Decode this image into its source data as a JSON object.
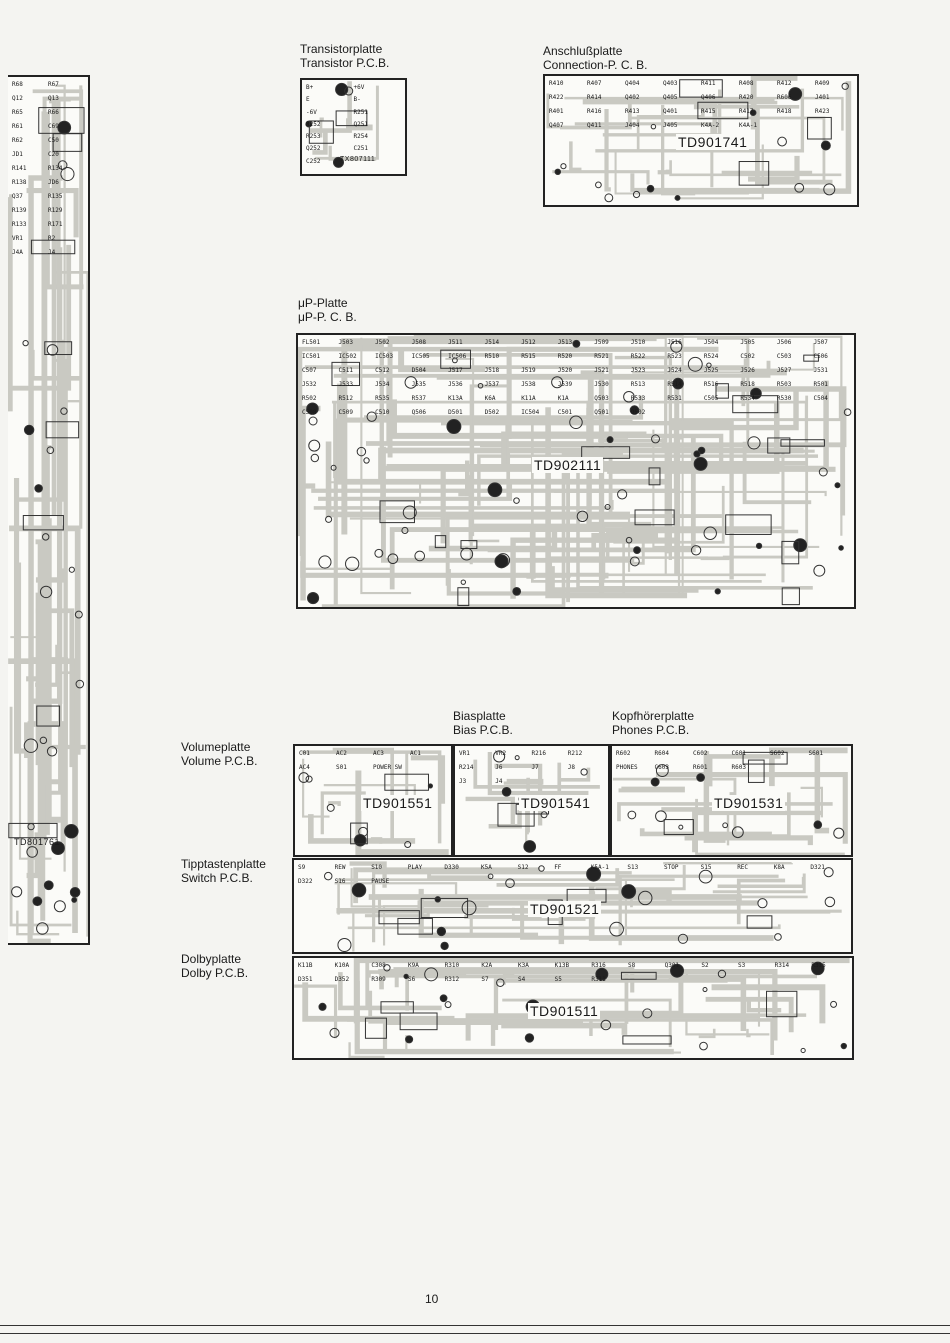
{
  "page": {
    "number": "10"
  },
  "captions": {
    "transistor": {
      "de": "Transistorplatte",
      "en": "Transistor P.C.B."
    },
    "connection": {
      "de": "Anschlußplatte",
      "en": "Connection-P. C. B."
    },
    "up": {
      "de": "μP-Platte",
      "en": "μP-P. C. B."
    },
    "bias": {
      "de": "Biasplatte",
      "en": "Bias P.C.B."
    },
    "phones": {
      "de": "Kopfhörerplatte",
      "en": "Phones P.C.B."
    },
    "volume": {
      "de": "Volumeplatte",
      "en": "Volume P.C.B."
    },
    "switch": {
      "de": "Tipptastenplatte",
      "en": "Switch P.C.B."
    },
    "dolby": {
      "de": "Dolbyplatte",
      "en": "Dolby P.C.B."
    }
  },
  "boards": {
    "transistor": {
      "code": "TX807111",
      "labels": [
        "B+",
        "+6V",
        "E",
        "B-",
        "-6V",
        "R251",
        "R252",
        "Q251",
        "R253",
        "R254",
        "Q252",
        "C251",
        "C252"
      ]
    },
    "connection": {
      "code": "TD901741",
      "labels": [
        "R410",
        "R407",
        "Q404",
        "Q403",
        "R411",
        "R408",
        "R412",
        "R409",
        "R422",
        "R414",
        "Q402",
        "Q405",
        "Q406",
        "R420",
        "R606",
        "J401",
        "R401",
        "R416",
        "R413",
        "Q401",
        "R415",
        "R417",
        "R418",
        "R423",
        "Q407",
        "Q411",
        "J404",
        "J405",
        "K4A-2",
        "K4A-1"
      ]
    },
    "up": {
      "code": "TD902111",
      "labels": [
        "FL501",
        "J503",
        "J502",
        "J508",
        "J511",
        "J514",
        "J512",
        "J513",
        "J509",
        "J510",
        "J516",
        "J504",
        "J505",
        "J506",
        "J507",
        "IC501",
        "IC502",
        "IC503",
        "IC505",
        "IC506",
        "R510",
        "R515",
        "R520",
        "R521",
        "R522",
        "R523",
        "R524",
        "C502",
        "C503",
        "C506",
        "C507",
        "C511",
        "C512",
        "D504",
        "J517",
        "J518",
        "J519",
        "J520",
        "J521",
        "J523",
        "J524",
        "J525",
        "J526",
        "J527",
        "J531",
        "J532",
        "J533",
        "J534",
        "J535",
        "J536",
        "J537",
        "J538",
        "J539",
        "J530",
        "R513",
        "R514",
        "R516",
        "R518",
        "R503",
        "R501",
        "R502",
        "R512",
        "R535",
        "R537",
        "K13A",
        "K6A",
        "K11A",
        "K1A",
        "Q503",
        "R533",
        "R531",
        "C505",
        "R534",
        "R530",
        "C504",
        "C508",
        "C509",
        "C510",
        "Q506",
        "D501",
        "D502",
        "IC504",
        "C501",
        "Q501",
        "Q502"
      ]
    },
    "volume": {
      "code": "TD901551",
      "labels": [
        "C01",
        "AC2",
        "AC3",
        "AC1",
        "AC4",
        "S01",
        "POWER SW"
      ]
    },
    "bias": {
      "code": "TD901541",
      "labels": [
        "VR1",
        "VR2",
        "R216",
        "R212",
        "R214",
        "J6",
        "J7",
        "J8",
        "J3",
        "J4"
      ]
    },
    "phones": {
      "code": "TD901531",
      "labels": [
        "R602",
        "R604",
        "C602",
        "C601",
        "S602",
        "S601",
        "PHONES",
        "C603",
        "R601",
        "R603"
      ]
    },
    "switch": {
      "code": "TD901521",
      "labels": [
        "S9",
        "REW",
        "S10",
        "PLAY",
        "D330",
        "K5A",
        "S12",
        "FF",
        "K5A-1",
        "S13",
        "STOP",
        "S15",
        "REC",
        "K8A",
        "D321",
        "D322",
        "S16",
        "PAUSE"
      ]
    },
    "dolby": {
      "code": "TD901511",
      "labels": [
        "K11B",
        "K10A",
        "C308",
        "K9A",
        "R310",
        "K2A",
        "K3A",
        "K13B",
        "R316",
        "S8",
        "Q301",
        "S2",
        "S3",
        "R314",
        "R315",
        "D351",
        "D352",
        "R309",
        "S6",
        "R312",
        "S7",
        "S4",
        "S5",
        "R311"
      ]
    }
  },
  "left_strip": {
    "code": "TD801761",
    "labels": [
      "R68",
      "R67",
      "Q12",
      "Q13",
      "R65",
      "R66",
      "R61",
      "C69",
      "R62",
      "C50",
      "JD1",
      "C20",
      "R141",
      "R134",
      "R138",
      "JD6",
      "Q37",
      "R135",
      "R139",
      "R129",
      "R133",
      "R171",
      "VR1",
      "R2",
      "J4A",
      "J4"
    ]
  }
}
